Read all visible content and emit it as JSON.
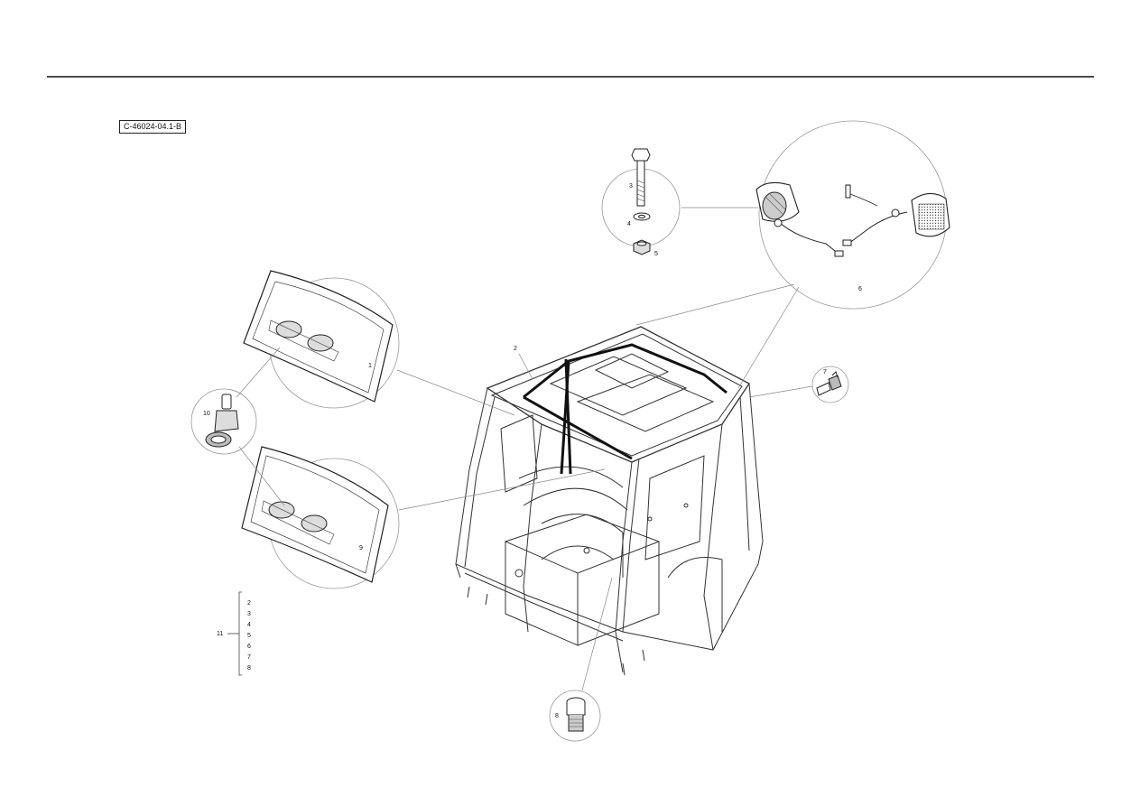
{
  "reference_code": "C-46024-04.1-B",
  "callouts": {
    "c1": "1",
    "c2": "2",
    "c3": "3",
    "c4": "4",
    "c5": "5",
    "c6": "6",
    "c7": "7",
    "c8": "8",
    "c9": "9",
    "c10": "10",
    "c11": "11"
  },
  "kit_list": [
    "2",
    "3",
    "4",
    "5",
    "6",
    "7",
    "8"
  ]
}
